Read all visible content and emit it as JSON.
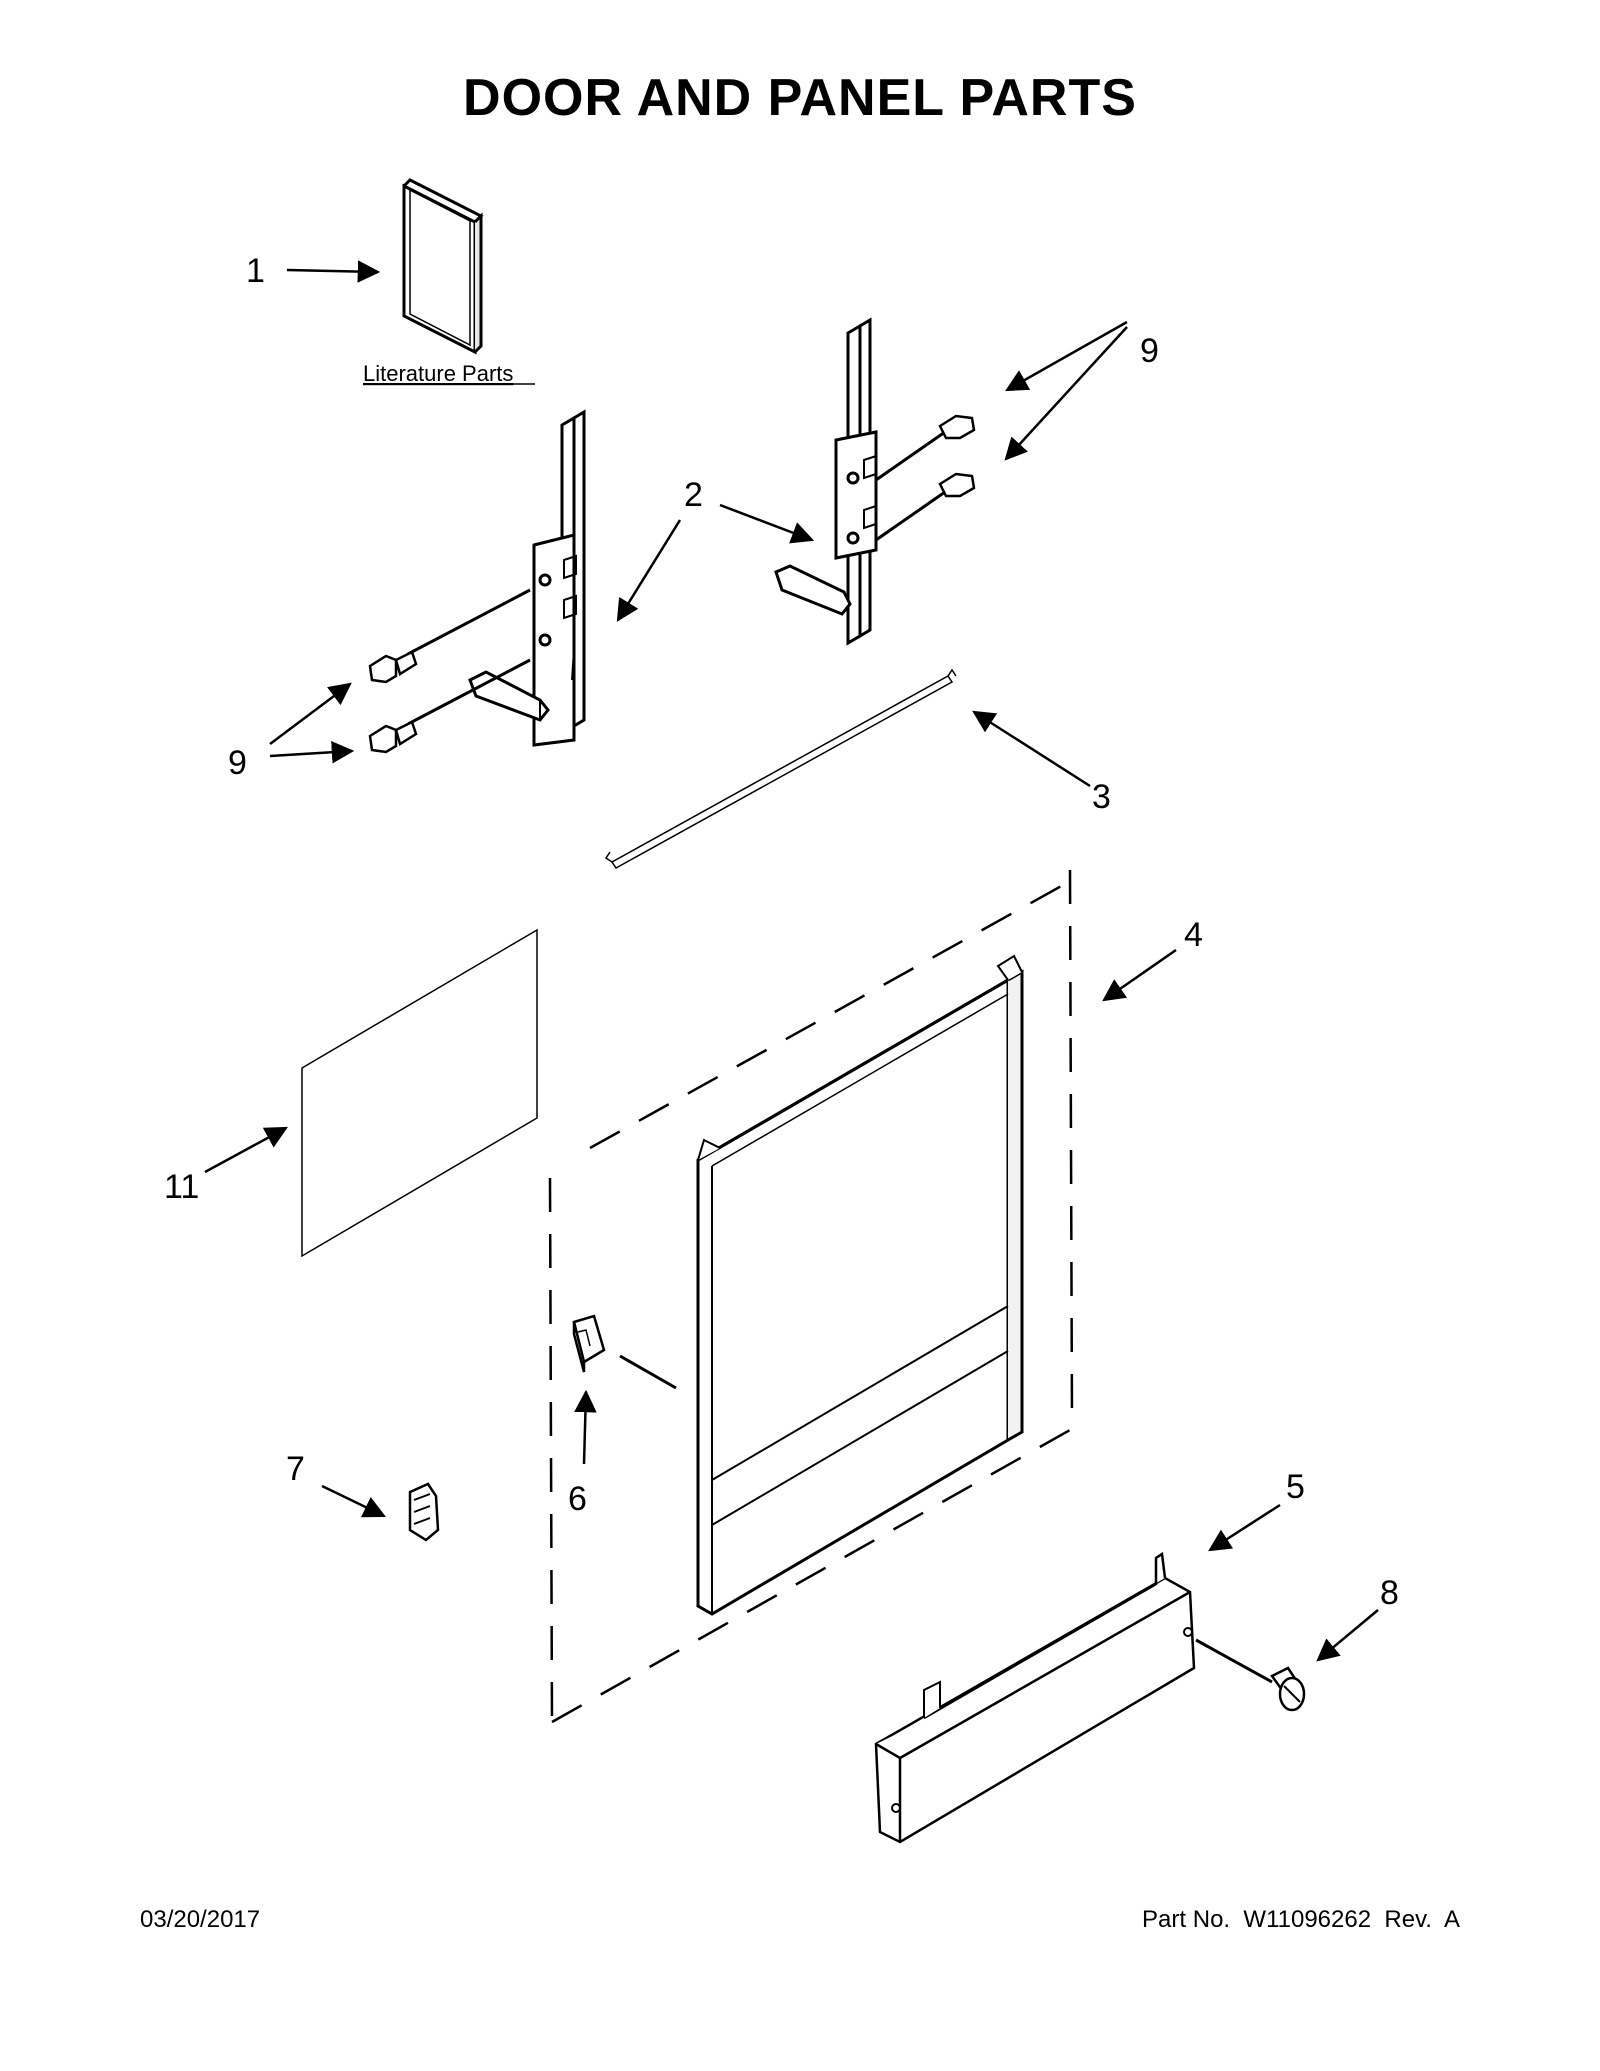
{
  "title": "DOOR AND PANEL PARTS",
  "literature_label": "Literature Parts",
  "callouts": {
    "c1": "1",
    "c2": "2",
    "c3": "3",
    "c4": "4",
    "c5": "5",
    "c6": "6",
    "c7": "7",
    "c8": "8",
    "c9a": "9",
    "c9b": "9",
    "c11": "11"
  },
  "footer": {
    "date": "03/20/2017",
    "part_number": "Part No.  W11096262  Rev.  A"
  }
}
